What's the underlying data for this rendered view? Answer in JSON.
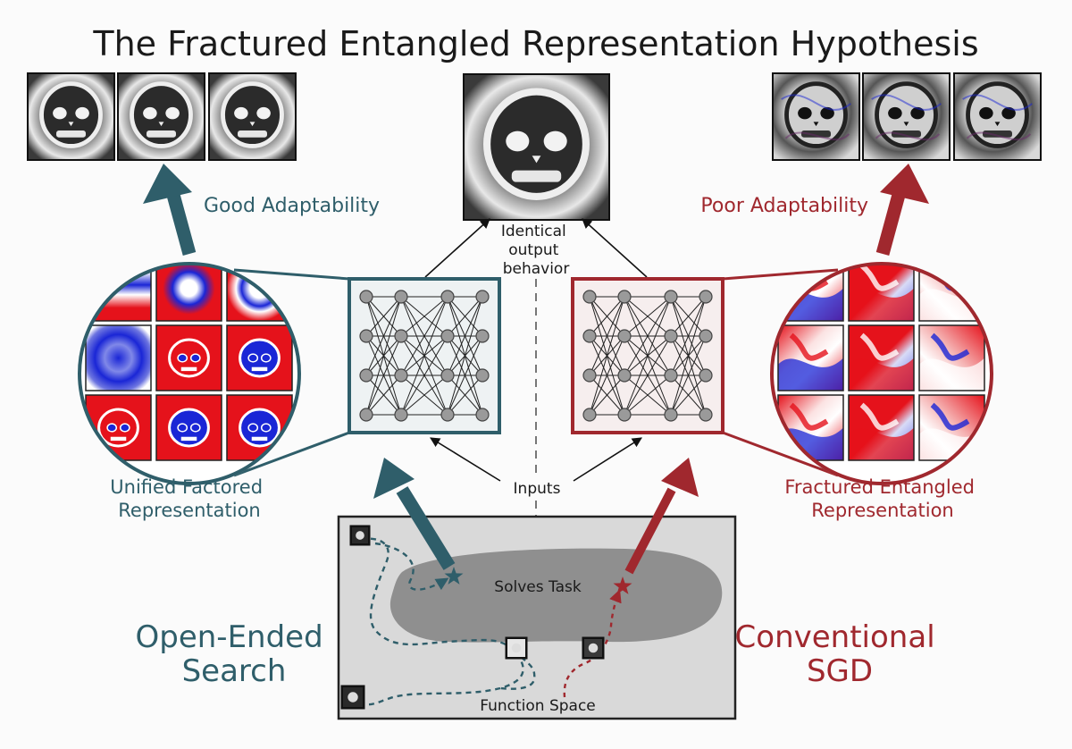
{
  "title": "The Fractured Entangled Representation Hypothesis",
  "center": {
    "output_caption_lines": [
      "Identical",
      "output",
      "behavior"
    ],
    "inputs_label": "Inputs"
  },
  "left": {
    "adaptability": "Good Adaptability",
    "representation_lines": [
      "Unified Factored",
      "Representation"
    ],
    "method_lines": [
      "Open-Ended",
      "Search"
    ]
  },
  "right": {
    "adaptability": "Poor Adaptability",
    "representation_lines": [
      "Fractured Entangled",
      "Representation"
    ],
    "method_lines": [
      "Conventional",
      "SGD"
    ]
  },
  "function_space": {
    "label": "Function Space",
    "task_label": "Solves Task"
  },
  "colors": {
    "teal": "#2f5e6a",
    "red": "#a0282e",
    "feature_red": "#e5121b",
    "feature_blue": "#1a26d6"
  },
  "icons": [
    "skull-image",
    "neural-network",
    "star-marker",
    "feature-map"
  ]
}
